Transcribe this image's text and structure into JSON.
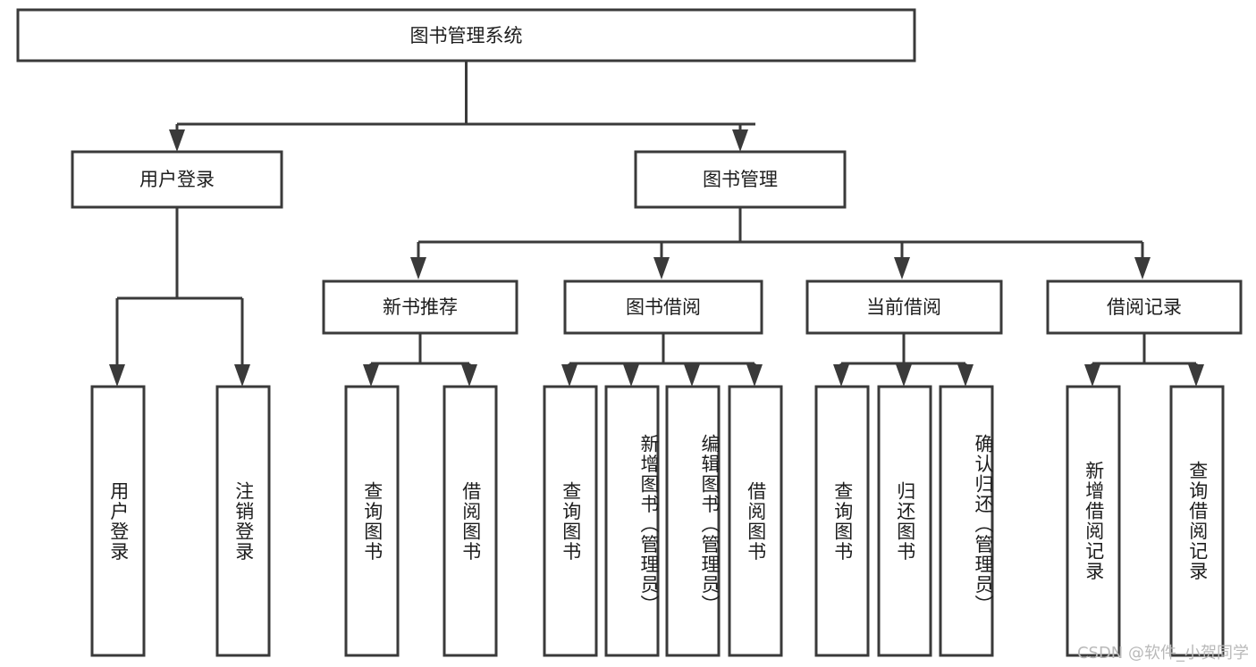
{
  "diagram": {
    "title": "图书管理系统",
    "watermark": "CSDN @软件_小贺同学",
    "colors": {
      "stroke": "#3a3a3a",
      "fill": "#ffffff",
      "text": "#1d1d1d",
      "watermark": "#b9b9b9",
      "background": "#ffffff"
    },
    "root": {
      "label": "图书管理系统"
    },
    "level2": [
      {
        "label": "用户登录"
      },
      {
        "label": "图书管理"
      }
    ],
    "level3": [
      {
        "label": "新书推荐"
      },
      {
        "label": "图书借阅"
      },
      {
        "label": "当前借阅"
      },
      {
        "label": "借阅记录"
      }
    ],
    "leaves": {
      "user_login": [
        {
          "label": "用户登录"
        },
        {
          "label": "注销登录"
        }
      ],
      "new_book_recommend": [
        {
          "label": "查询图书"
        },
        {
          "label": "借阅图书"
        }
      ],
      "book_borrow": [
        {
          "label": "查询图书"
        },
        {
          "label": "新增图书（管理员）"
        },
        {
          "label": "编辑图书（管理员）"
        },
        {
          "label": "借阅图书"
        }
      ],
      "current_borrow": [
        {
          "label": "查询图书"
        },
        {
          "label": "归还图书"
        },
        {
          "label": "确认归还（管理员）"
        }
      ],
      "borrow_records": [
        {
          "label": "新增借阅记录"
        },
        {
          "label": "查询借阅记录"
        }
      ]
    }
  }
}
